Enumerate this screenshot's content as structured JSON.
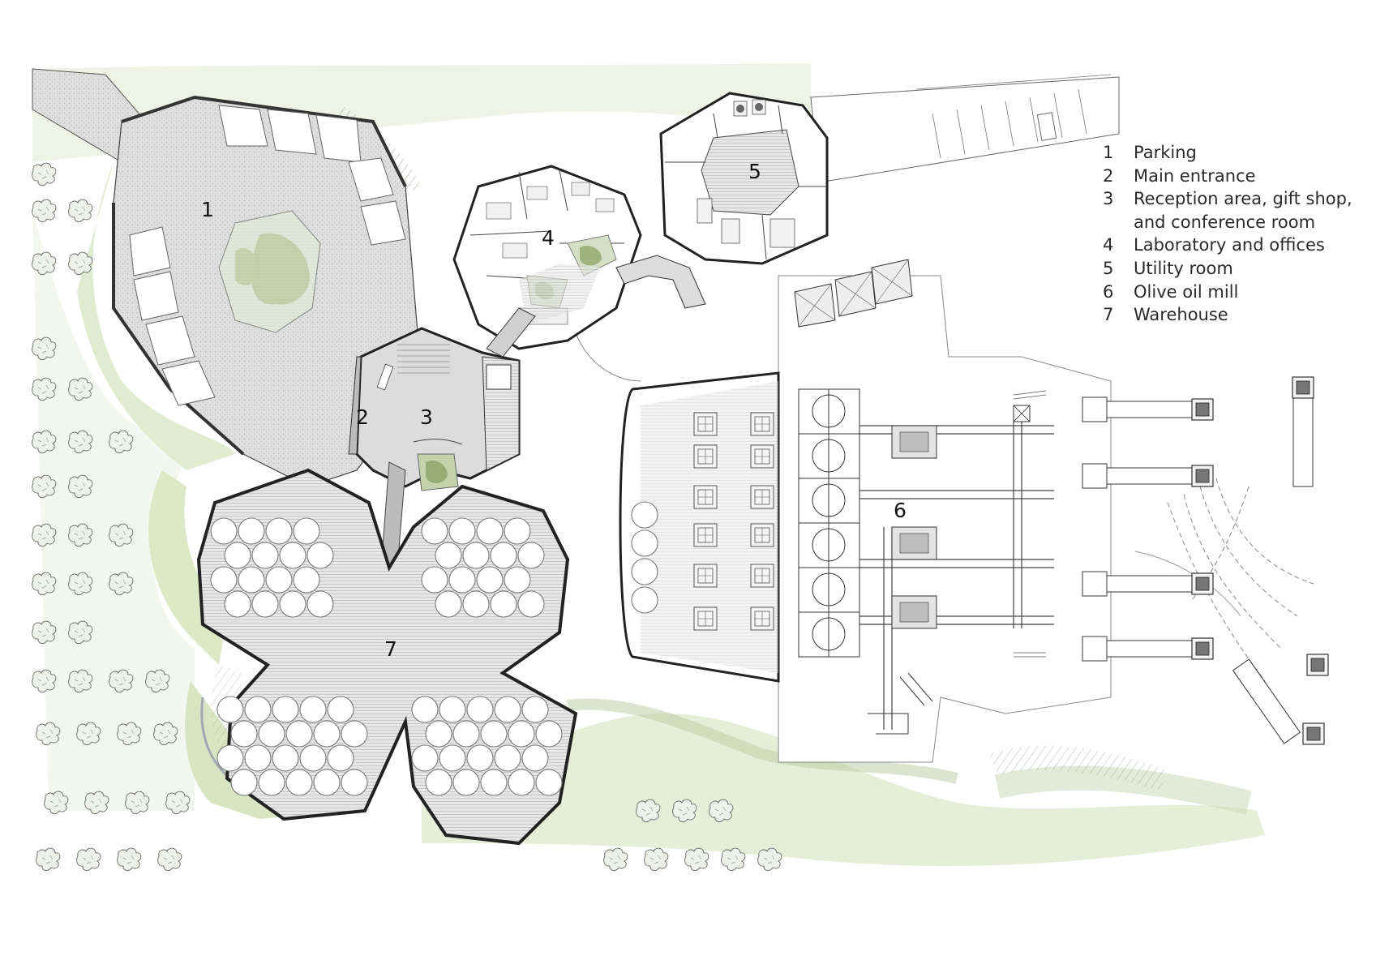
{
  "plan_labels": {
    "parking": "1",
    "main_entrance": "2",
    "reception": "3",
    "laboratory": "4",
    "utility": "5",
    "mill": "6",
    "warehouse": "7"
  },
  "legend": [
    {
      "number": "1",
      "text": "Parking"
    },
    {
      "number": "2",
      "text": "Main entrance"
    },
    {
      "number": "3",
      "text": "Reception area, gift shop,\nand conference room"
    },
    {
      "number": "4",
      "text": "Laboratory and offices"
    },
    {
      "number": "5",
      "text": "Utility room"
    },
    {
      "number": "6",
      "text": "Olive oil mill"
    },
    {
      "number": "7",
      "text": "Warehouse"
    }
  ],
  "colors": {
    "landscape_green": "#e3ecd3",
    "tree_green": "#b6c79a",
    "plaza_gray": "#d9d9d9",
    "wall_dark": "#3a3a3a",
    "floor_hatch": "#c8c8c8",
    "building_white": "#ffffff"
  }
}
